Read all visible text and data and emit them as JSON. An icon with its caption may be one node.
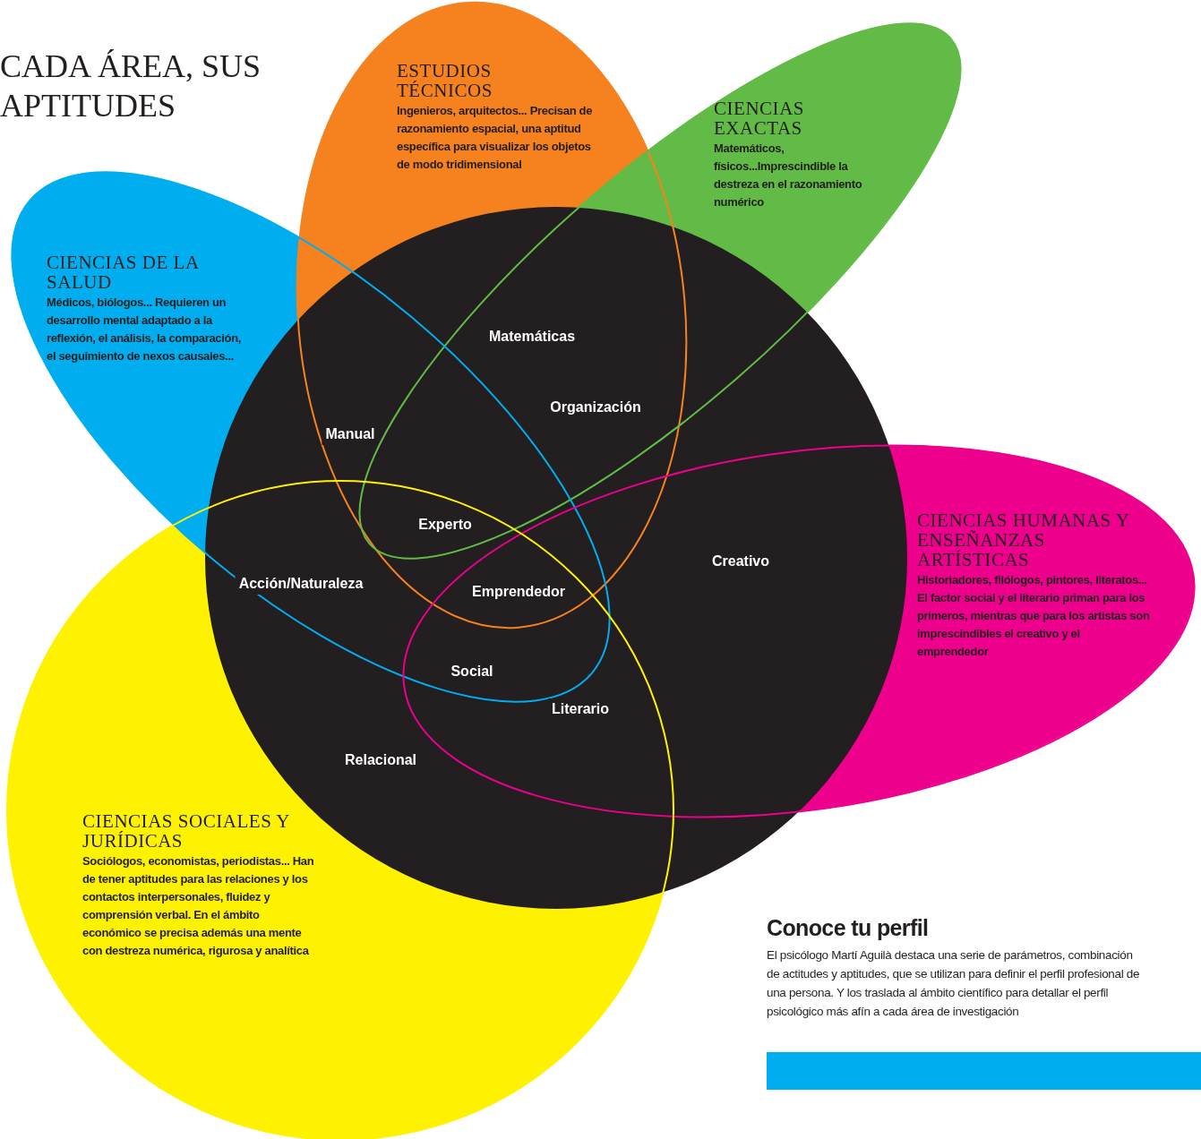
{
  "diagram": {
    "title": "CADA ÁREA, SUS APTITUDES",
    "nodes": [
      {
        "text": [
          "ESTUDIOS TÉCNICOS",
          "Ingenieros, arquitectos... Precisan de razonamiento espacial, una aptitud específica para visualizar los objetos de modo tridimensional"
        ]
      },
      {
        "text": [
          "CIENCIAS EXACTAS",
          "Matemáticos, físicos...Imprescindible la destreza en el razonamiento numérico"
        ]
      },
      {
        "text": [
          "CIENCIAS DE LA SALUD",
          "Médicos, biólogos... Requieren un desarrollo mental adaptado a la reflexión,  el análisis, la comparación, el seguimiento de nexos causales..."
        ]
      },
      {
        "text": [
          "CIENCIAS HUMANAS Y ENSEÑANZAS ARTÍSTICAS",
          "Historiadores, filólogos, pintores, literatos... El factor social y el literario priman para los primeros, mientras que para los artistas son imprescindibles el creativo y el emprendedor"
        ]
      },
      {
        "text": [
          "CIENCIAS SOCIALES Y JURÍDICAS",
          "Sociólogos, economistas, periodistas... Han de tener aptitudes para las relaciones y los contactos interpersonales, fluidez y comprensión verbal. En el ámbito económico se precisa además una mente con destreza numérica, rigurosa y analítica"
        ]
      },
      {
        "text": [],
        "shape": "circle"
      },
      {
        "text": [],
        "shape": "bar"
      }
    ],
    "labels": [
      "Matemáticas",
      "Organización",
      "Manual",
      "Experto",
      "Creativo",
      "Acción/Naturaleza",
      "Emprendedor",
      "Social",
      "Literario",
      "Relacional",
      "Conoce tu perfil",
      "El psicólogo Martí Aguilà destaca una serie de parámetros, combinación de actitudes y aptitudes, que se utilizan para definir el perfil profesional de una persona. Y los traslada al ámbito científico para detallar el perfil psicológico más afín a cada área de investigación"
    ]
  }
}
